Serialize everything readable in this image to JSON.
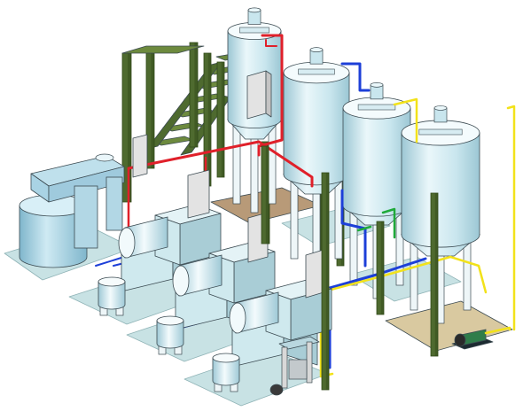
{
  "colors": {
    "background": "#ffffff",
    "floor_pad": "#c8e2e4",
    "floor_pad_stroke": "#8fb3b6",
    "brown_pad": "#b89a78",
    "beige_pad": "#d9c9a0",
    "tank_light": "#eaf7fa",
    "tank_mid": "#c9e6ee",
    "tank_shade": "#9cc7d4",
    "tank_blue": "#a9d3e4",
    "box": "#cfe9ee",
    "box_shade": "#a9cdd6",
    "panel": "#e3e3e3",
    "column": "#4e6a2f",
    "column_dark": "#324a1a",
    "leg": "#eef6f8",
    "pipe_red": "#e0202a",
    "pipe_blue": "#1d3fd8",
    "pipe_yellow": "#f2e21a",
    "pipe_green": "#1faa3a",
    "pump_green": "#2f7d4a",
    "outline": "#3c4b52"
  },
  "equipment": {
    "tanks": [
      {
        "id": "tank-1",
        "icon": "storage-tank-icon"
      },
      {
        "id": "tank-2",
        "icon": "storage-tank-icon"
      },
      {
        "id": "tank-3",
        "icon": "storage-tank-icon"
      },
      {
        "id": "tank-4",
        "icon": "storage-tank-icon"
      }
    ],
    "mixer": {
      "icon": "mixing-tank-icon"
    },
    "machines": [
      {
        "id": "machine-1",
        "icon": "processing-unit-icon"
      },
      {
        "id": "machine-2",
        "icon": "processing-unit-icon"
      },
      {
        "id": "machine-3",
        "icon": "processing-unit-icon"
      }
    ],
    "pots": [
      {
        "id": "pot-1",
        "icon": "small-vessel-icon"
      },
      {
        "id": "pot-2",
        "icon": "small-vessel-icon"
      },
      {
        "id": "pot-3",
        "icon": "small-vessel-icon"
      }
    ],
    "pump": {
      "icon": "pump-icon"
    },
    "staircase": {
      "icon": "staircase-icon"
    }
  }
}
